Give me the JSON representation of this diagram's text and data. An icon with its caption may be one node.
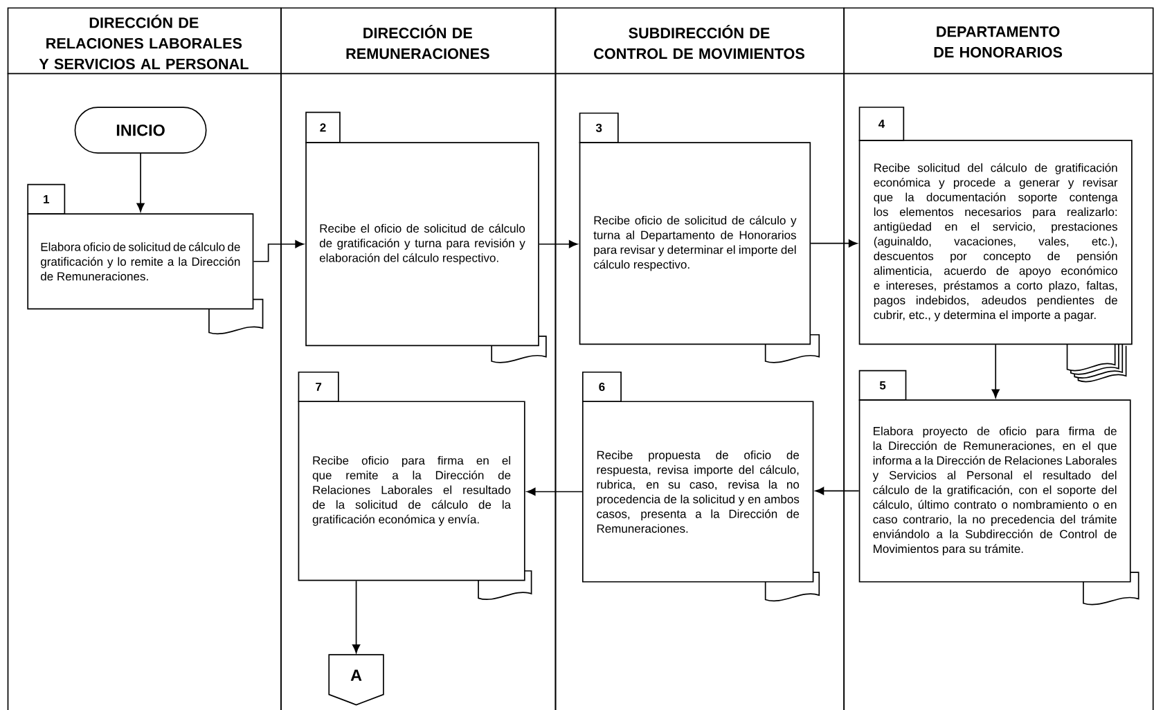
{
  "diagram": {
    "nodes": [
      {
        "text": [
          "DIRECCIÓN DE RELACIONES LABORALES Y SERVICIOS AL PERSONAL"
        ]
      },
      {
        "text": [
          "DIRECCIÓN DE REMUNERACIONES"
        ]
      },
      {
        "text": [
          "SUBDIRECCIÓN DE CONTROL DE MOVIMIENTOS"
        ]
      },
      {
        "text": [
          "DEPARTAMENTO DE HONORARIOS"
        ]
      },
      {
        "text": [
          "INICIO"
        ],
        "in": 0
      },
      {
        "text": [
          "1",
          "Elabora oficio de solicitud de cálculo de gratificación y lo remite a la Dirección de Remuneraciones."
        ],
        "in": 0
      },
      {
        "text": [
          "2",
          "Recibe el oficio de solicitud de cálculo de gratificación y turna para revisión y elaboración del cálculo respectivo."
        ],
        "in": 1
      },
      {
        "text": [
          "3",
          "Recibe oficio de solicitud de cálculo y turna al Departamento de Honorarios para revisar y determinar el importe del cálculo respectivo."
        ],
        "in": 2
      },
      {
        "text": [
          "4",
          "Recibe solicitud del cálculo de gratificación económica y procede a generar y revisar que la documentación soporte contenga los elementos necesarios para realizarlo: antigüedad en el servicio, prestaciones (aguinaldo, vacaciones, vales, etc.), descuentos por concepto de pensión alimenticia, acuerdo de apoyo económico e intereses, préstamos a corto plazo, faltas, pagos indebidos, adeudos pendientes de cubrir, etc., y determina el importe a pagar."
        ],
        "in": 3
      },
      {
        "text": [
          "5",
          "Elabora proyecto de oficio para firma de la Dirección de Remuneraciones, en el que informa a la Dirección de Relaciones Laborales y Servicios al Personal el resultado del cálculo de la gratificación, con el soporte del cálculo, último contrato o nombramiento o en caso contrario, la no precedencia del trámite enviándolo a la Subdirección de Control de Movimientos para su trámite."
        ],
        "in": 3
      },
      {
        "text": [
          "6",
          "Recibe propuesta de oficio de respuesta, revisa importe del cálculo, rubrica, en su caso, revisa la no procedencia de la solicitud y en ambos casos, presenta a la Dirección de Remuneraciones."
        ],
        "in": 2
      },
      {
        "text": [
          "7",
          "Recibe oficio para firma en el que remite a la Dirección de Relaciones Laborales el resultado de la solicitud de cálculo de la gratificación económica y envía."
        ],
        "in": 1
      },
      {
        "text": [
          "A"
        ],
        "in": 1
      }
    ],
    "edges": [
      {
        "from": 4,
        "to": 5,
        "arrow": "to"
      },
      {
        "from": 5,
        "to": 6,
        "arrow": "to"
      },
      {
        "from": 6,
        "to": 7,
        "arrow": "to"
      },
      {
        "from": 7,
        "to": 8,
        "arrow": "to"
      },
      {
        "from": 8,
        "to": 9,
        "arrow": "to"
      },
      {
        "from": 9,
        "to": 10,
        "arrow": "to"
      },
      {
        "from": 10,
        "to": 11,
        "arrow": "to"
      },
      {
        "from": 11,
        "to": 12,
        "arrow": "to"
      }
    ]
  }
}
